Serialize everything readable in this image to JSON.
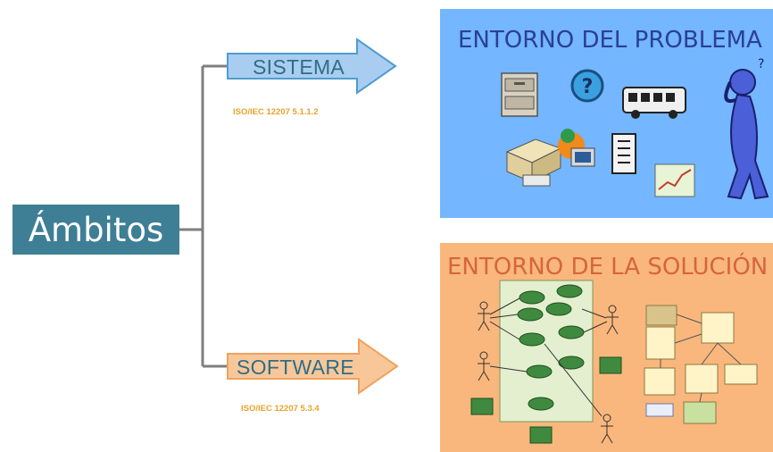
{
  "root": {
    "label": "Ámbitos"
  },
  "branches": [
    {
      "label": "SISTEMA",
      "standard": "ISO/IEC 12207 5.1.1.2"
    },
    {
      "label": "SOFTWARE",
      "standard": "ISO/IEC 12207 5.3.4"
    }
  ],
  "panels": {
    "problem": {
      "title": "ENTORNO DEL PROBLEMA"
    },
    "solution": {
      "title": "ENTORNO DE LA SOLUCIÓN"
    }
  },
  "colors": {
    "root_box": "#3e7f95",
    "arrow_blue": "#a9cdf0",
    "arrow_orange": "#f7c79a",
    "problem_bg": "#74b6ff",
    "solution_bg": "#f9b77d",
    "iso_text": "#e8a22c"
  }
}
